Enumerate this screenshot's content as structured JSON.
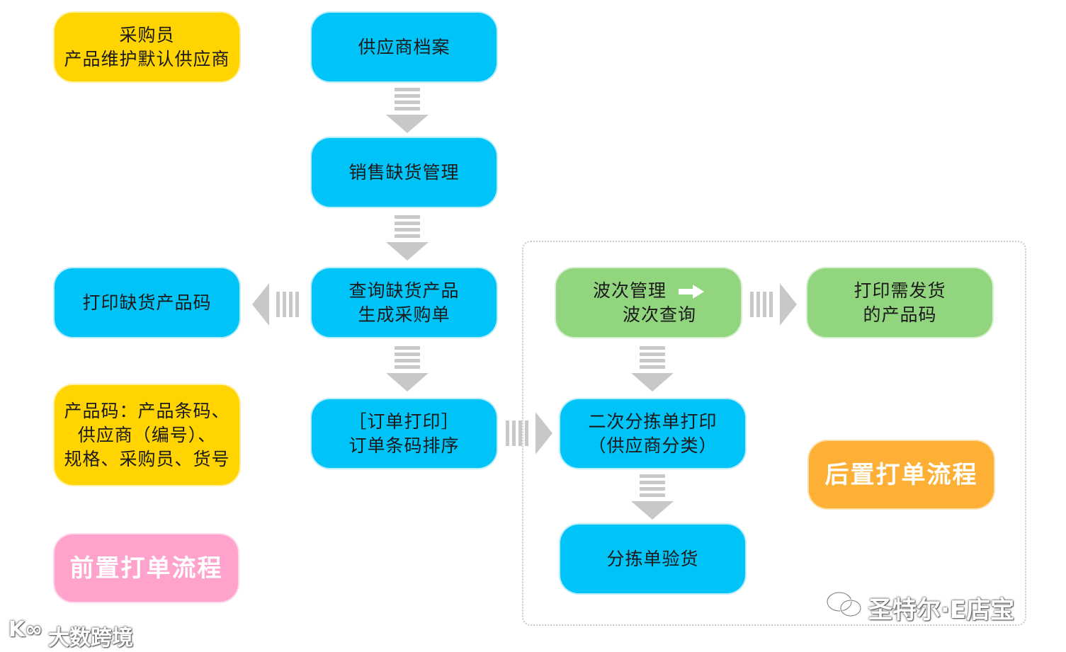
{
  "nodes": {
    "supplier_file": {
      "lines": [
        "供应商档案"
      ]
    },
    "sales_shortage": {
      "lines": [
        "销售缺货管理"
      ]
    },
    "query_shortage": {
      "lines": [
        "查询缺货产品",
        "生成采购单"
      ]
    },
    "order_print": {
      "lines": [
        "［订单打印］",
        "订单条码排序"
      ]
    },
    "buyer_note": {
      "lines": [
        "采购员",
        "产品维护默认供应商"
      ]
    },
    "print_shortage_code": {
      "lines": [
        "打印缺货产品码"
      ]
    },
    "product_code_note": {
      "lines": [
        "产品码：产品条码、",
        "供应商（编号）、",
        "规格、采购员、货号"
      ]
    },
    "pre_print_flow": {
      "lines": [
        "前置打单流程"
      ]
    },
    "wave_mgmt": {
      "lines": [
        "波次管理",
        "波次查询"
      ]
    },
    "print_ship_code": {
      "lines": [
        "打印需发货",
        "的产品码"
      ]
    },
    "secondary_sort": {
      "lines": [
        "二次分拣单打印",
        "（供应商分类）"
      ]
    },
    "sort_inspect": {
      "lines": [
        "分拣单验货"
      ]
    },
    "post_print_flow": {
      "lines": [
        "后置打单流程"
      ]
    }
  },
  "watermarks": {
    "wechat": "圣特尔·E店宝",
    "site": "大数跨境"
  },
  "icons": {
    "right_arrow": "right-arrow-icon",
    "wechat": "wechat-icon"
  },
  "colors": {
    "blue": "#00c3f7",
    "green": "#92d57f",
    "yellow": "#ffd400",
    "pink": "#ffa3cc",
    "orange": "#fdb035",
    "arrow_gray": "#c8c8c8"
  }
}
